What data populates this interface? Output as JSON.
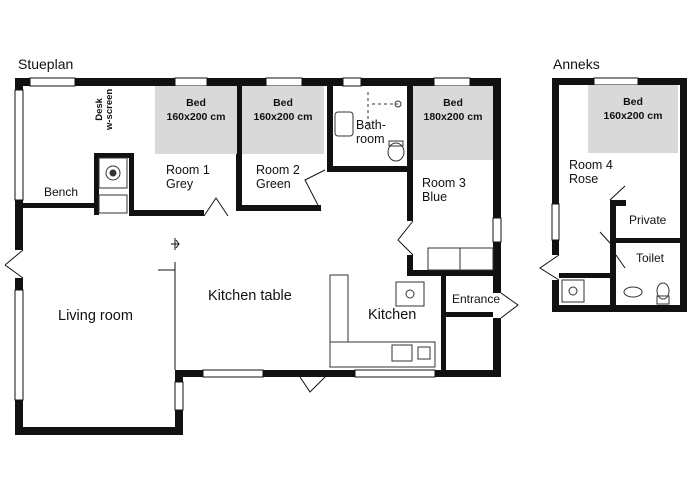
{
  "titles": {
    "main": "Stueplan",
    "annex": "Anneks"
  },
  "beds": {
    "room1": {
      "label": "Bed",
      "size": "160x200 cm"
    },
    "room2": {
      "label": "Bed",
      "size": "160x200 cm"
    },
    "room3": {
      "label": "Bed",
      "size": "180x200 cm"
    },
    "room4": {
      "label": "Bed",
      "size": "160x200 cm"
    }
  },
  "desk": {
    "line1": "Desk",
    "line2": "w-screen"
  },
  "rooms": {
    "room1": {
      "name": "Room 1",
      "color": "Grey"
    },
    "room2": {
      "name": "Room 2",
      "color": "Green"
    },
    "room3": {
      "name": "Room 3",
      "color": "Blue"
    },
    "room4": {
      "name": "Room 4",
      "color": "Rose"
    },
    "bathroom": {
      "line1": "Bath-",
      "line2": "room"
    },
    "bench": "Bench",
    "living": "Living room",
    "kitchen_table": "Kitchen table",
    "kitchen": "Kitchen",
    "entrance": "Entrance",
    "private": "Private",
    "toilet": "Toilet"
  },
  "colors": {
    "wall": "#111111",
    "bed_fill": "#d9d9d9",
    "fixture": "#888888"
  }
}
